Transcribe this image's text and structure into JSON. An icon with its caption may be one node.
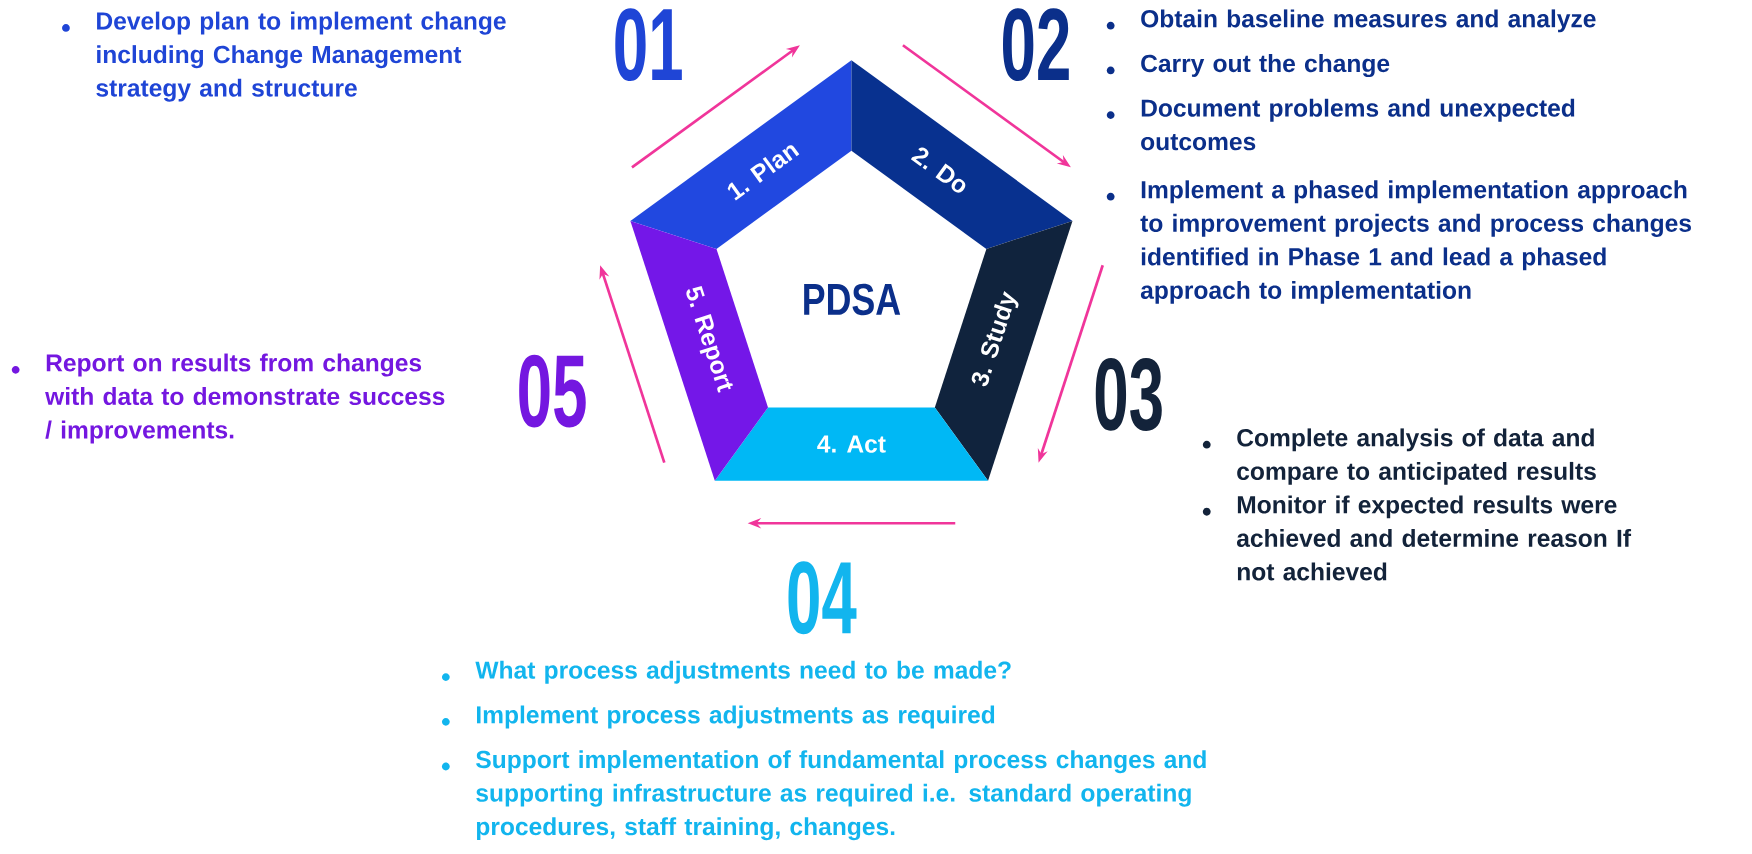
{
  "diagram": {
    "nodes": [
      {
        "text": [
          "1. Plan"
        ]
      },
      {
        "text": [
          "2. Do"
        ]
      },
      {
        "text": [
          "3. Study"
        ]
      },
      {
        "text": [
          "4. Act"
        ]
      },
      {
        "text": [
          "5. Report"
        ]
      }
    ],
    "labels": [
      "01",
      "Develop plan to implement change including Change Management strategy and structure",
      "02",
      "Obtain baseline measures and analyze",
      "Carry out the change",
      "Document problems and unexpected outcomes",
      "Implement a phased implementation approach to improvement projects and process changes identified in Phase 1 and lead a phased approach to implementation",
      "PDSA",
      "05",
      "Report on results from changes with data to demonstrate success / improvements.",
      "03",
      "Complete analysis of data and compare to anticipated results",
      "Monitor if expected results were achieved and determine reason If not achieved",
      "04",
      "What process adjustments need to be made?",
      "Implement process adjustments as required",
      "Support implementation of fundamental process changes and supporting infrastructure as required i.e. standard operating procedures, staff training, changes."
    ]
  }
}
